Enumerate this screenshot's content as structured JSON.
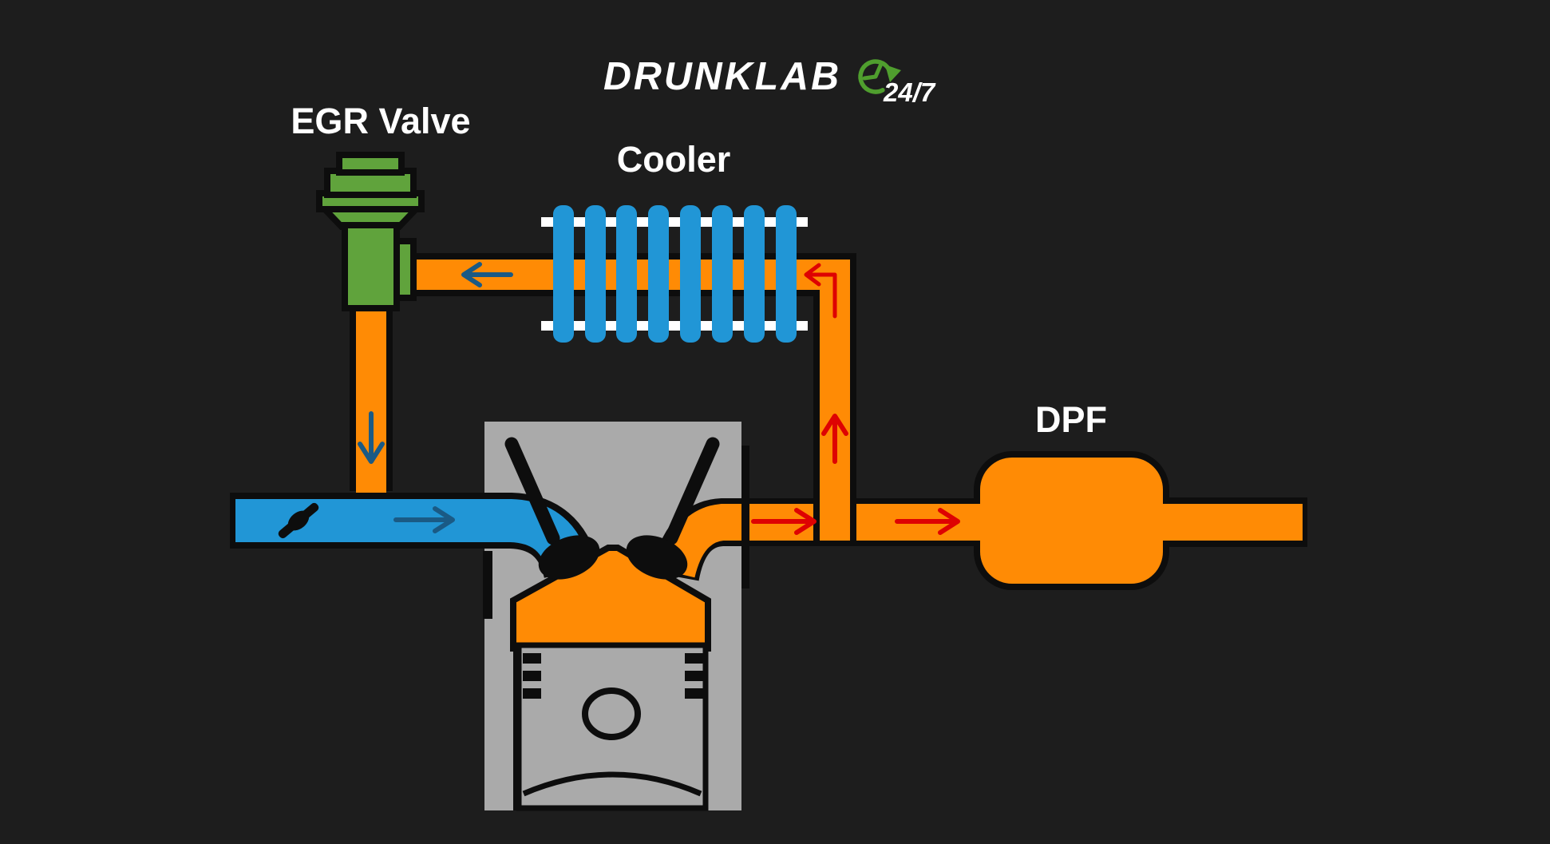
{
  "brand": {
    "logo_text": "DRUNKLAB",
    "badge_text": "24/7"
  },
  "labels": {
    "egr_valve": "EGR Valve",
    "cooler": "Cooler",
    "dpf": "DPF"
  },
  "icons": {
    "badge_clock": "history-clock-icon",
    "throttle": "throttle-valve-icon"
  },
  "colors": {
    "background": "#1d1d1d",
    "outline": "#0d0d0d",
    "pipe_orange": "#ff8b05",
    "flow_blue": "#2196d6",
    "valve_green": "#60a33c",
    "engine_gray": "#aaaaaa",
    "arrow_navy": "#1a5a85",
    "arrow_red": "#de0202",
    "rail_white": "#ffffff",
    "logo_green": "#4f9e2e",
    "text_white": "#ffffff"
  }
}
